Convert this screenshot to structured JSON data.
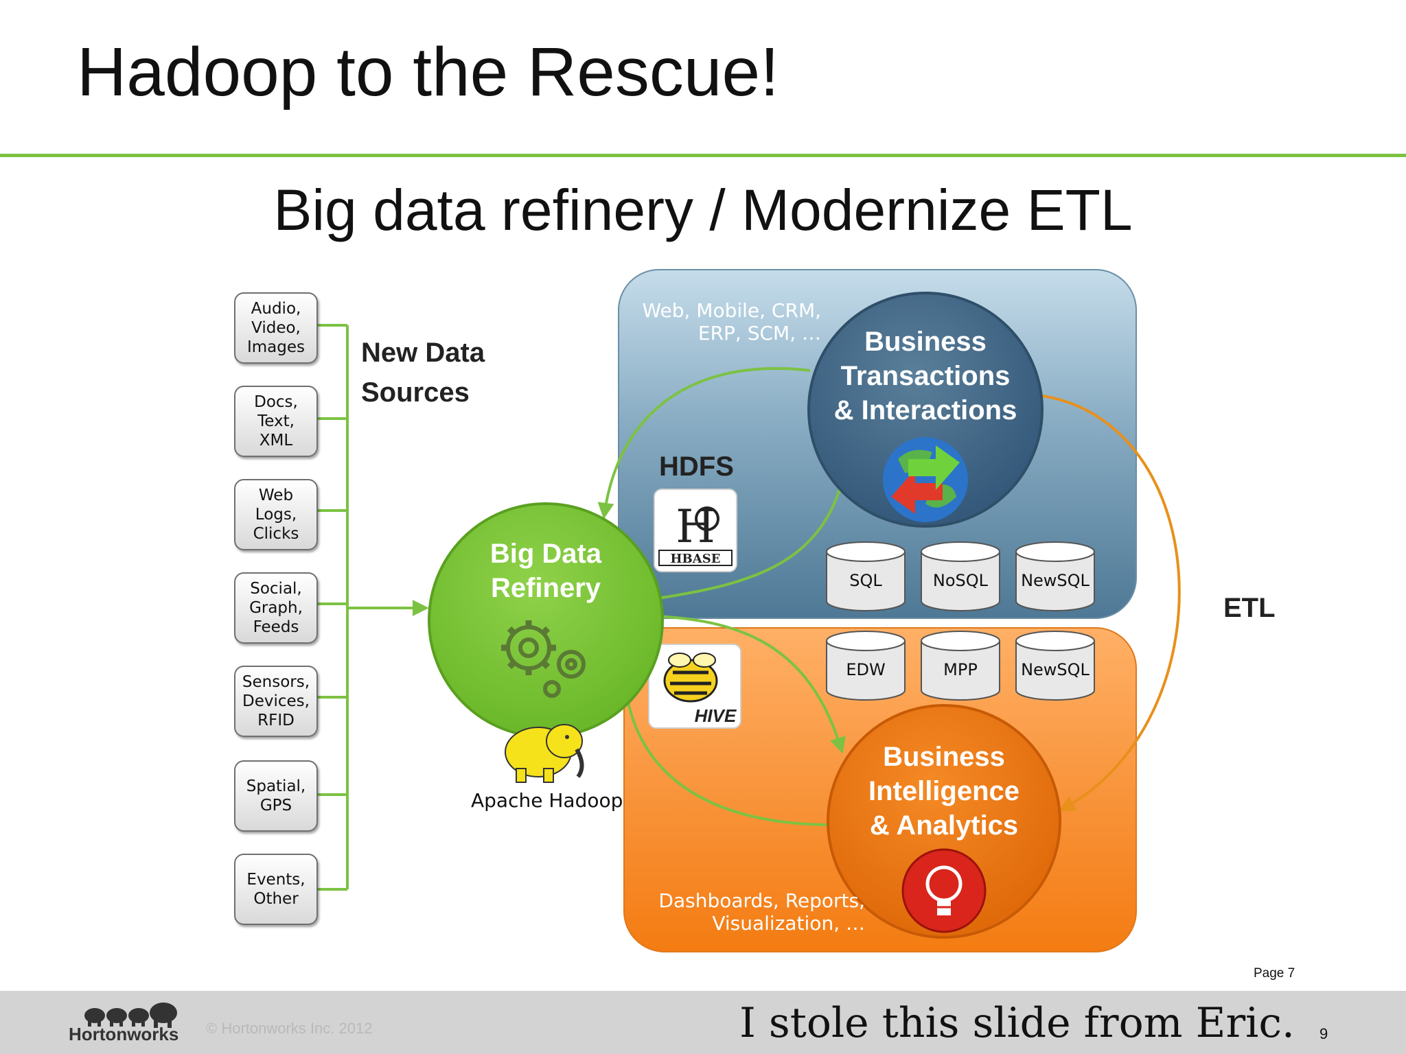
{
  "slide": {
    "title": "Hadoop to the Rescue!",
    "subtitle": "Big data refinery / Modernize ETL",
    "page_label": "Page 7",
    "slide_number": "9",
    "footer_caption": "I stole this slide from Eric.",
    "copyright": "© Hortonworks Inc. 2012",
    "brand": "Hortonworks"
  },
  "sources": {
    "heading_line1": "New Data",
    "heading_line2": "Sources",
    "items": [
      "Audio,\nVideo,\nImages",
      "Docs,\nText,\nXML",
      "Web\nLogs,\nClicks",
      "Social,\nGraph,\nFeeds",
      "Sensors,\nDevices,\nRFID",
      "Spatial,\nGPS",
      "Events,\nOther"
    ]
  },
  "refinery": {
    "title_line1": "Big Data",
    "title_line2": "Refinery",
    "hadoop_label": "Apache Hadoop",
    "hdfs_label": "HDFS",
    "hbase_logo": "HBASE",
    "hive_logo": "HIVE"
  },
  "transactions": {
    "title_line1": "Business",
    "title_line2": "Transactions",
    "title_line3": "& Interactions",
    "apps_text": "Web, Mobile, CRM,\nERP, SCM, …",
    "databases": [
      "SQL",
      "NoSQL",
      "NewSQL"
    ]
  },
  "analytics": {
    "title_line1": "Business",
    "title_line2": "Intelligence",
    "title_line3": "& Analytics",
    "apps_text": "Dashboards, Reports,\nVisualization, …",
    "databases": [
      "EDW",
      "MPP",
      "NewSQL"
    ]
  },
  "etl_label": "ETL",
  "colors": {
    "accent_green": "#7cc242",
    "etl_orange": "#e8901c",
    "blue_panel": "#6b8ea6",
    "orange_panel": "#f47c12"
  }
}
